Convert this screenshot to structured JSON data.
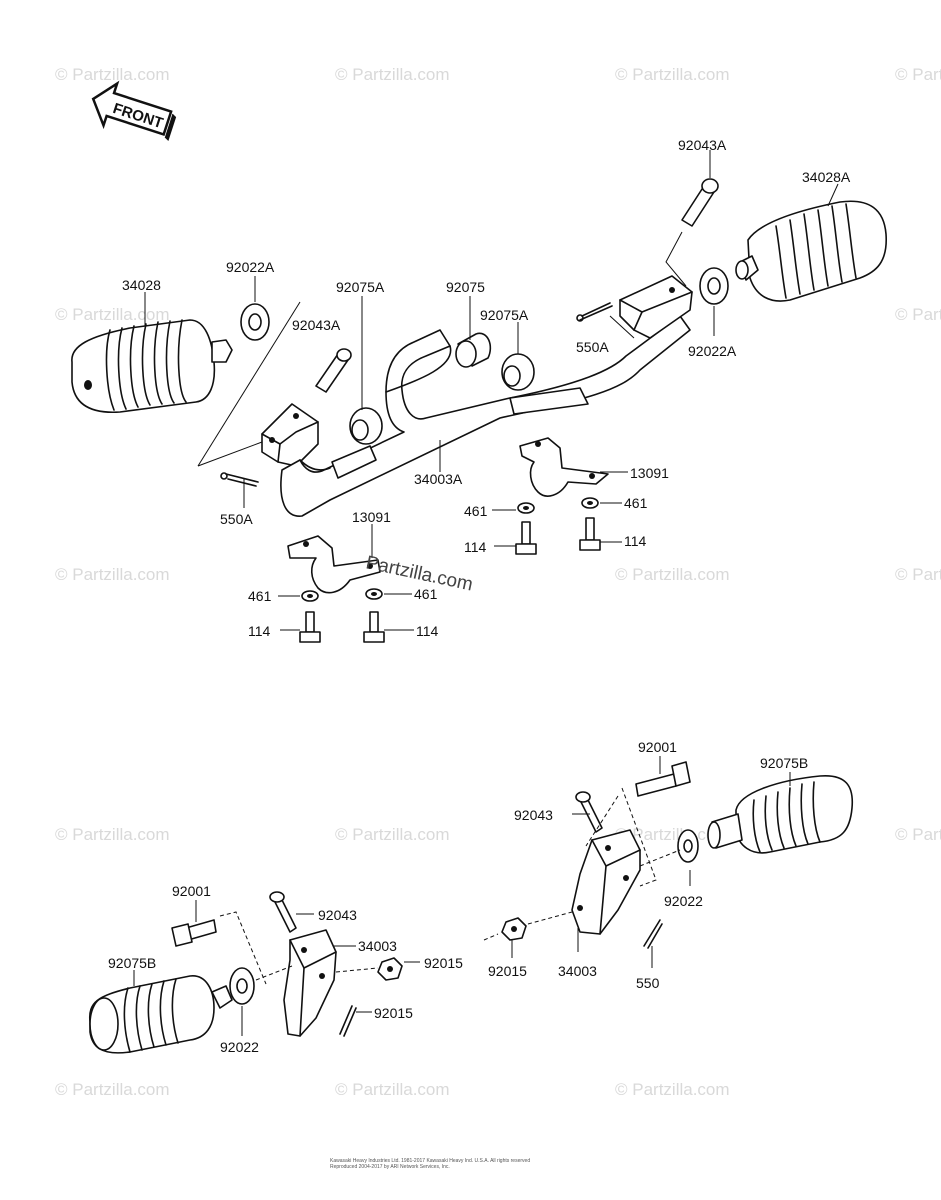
{
  "front_arrow_label": "FRONT",
  "watermark_text": "© Partzilla.com",
  "center_watermark": "Partzilla.com",
  "labels": {
    "l34028": "34028",
    "l92022A_left": "92022A",
    "l92043A_left": "92043A",
    "l92075A_left": "92075A",
    "l92075": "92075",
    "l92075A_right": "92075A",
    "l92043A_top": "92043A",
    "l34028A": "34028A",
    "l550A_right": "550A",
    "l92022A_right": "92022A",
    "l34003A": "34003A",
    "l550A_left": "550A",
    "l13091_right": "13091",
    "l461_r1": "461",
    "l461_r2": "461",
    "l114_r1": "114",
    "l114_r2": "114",
    "l13091_left": "13091",
    "l461_l1": "461",
    "l461_l2": "461",
    "l114_l1": "114",
    "l114_l2": "114",
    "l92001_right": "92001",
    "l92075B_right": "92075B",
    "l92043_right": "92043",
    "l92022_right": "92022",
    "l92015_right": "92015",
    "l34003_right": "34003",
    "l550": "550",
    "l92001_left": "92001",
    "l92043_left": "92043",
    "l34003_left": "34003",
    "l92015_left_nut": "92015",
    "l92015_left_pin": "92015",
    "l92075B_left": "92075B",
    "l92022_left": "92022"
  },
  "footer_lines": [
    "Kawasaki Heavy Industries Ltd. 1981-2017 Kawasaki Heavy Ind. U.S.A. All rights reserved",
    "Reproduced 2004-2017 by ARI Network Services, Inc."
  ]
}
